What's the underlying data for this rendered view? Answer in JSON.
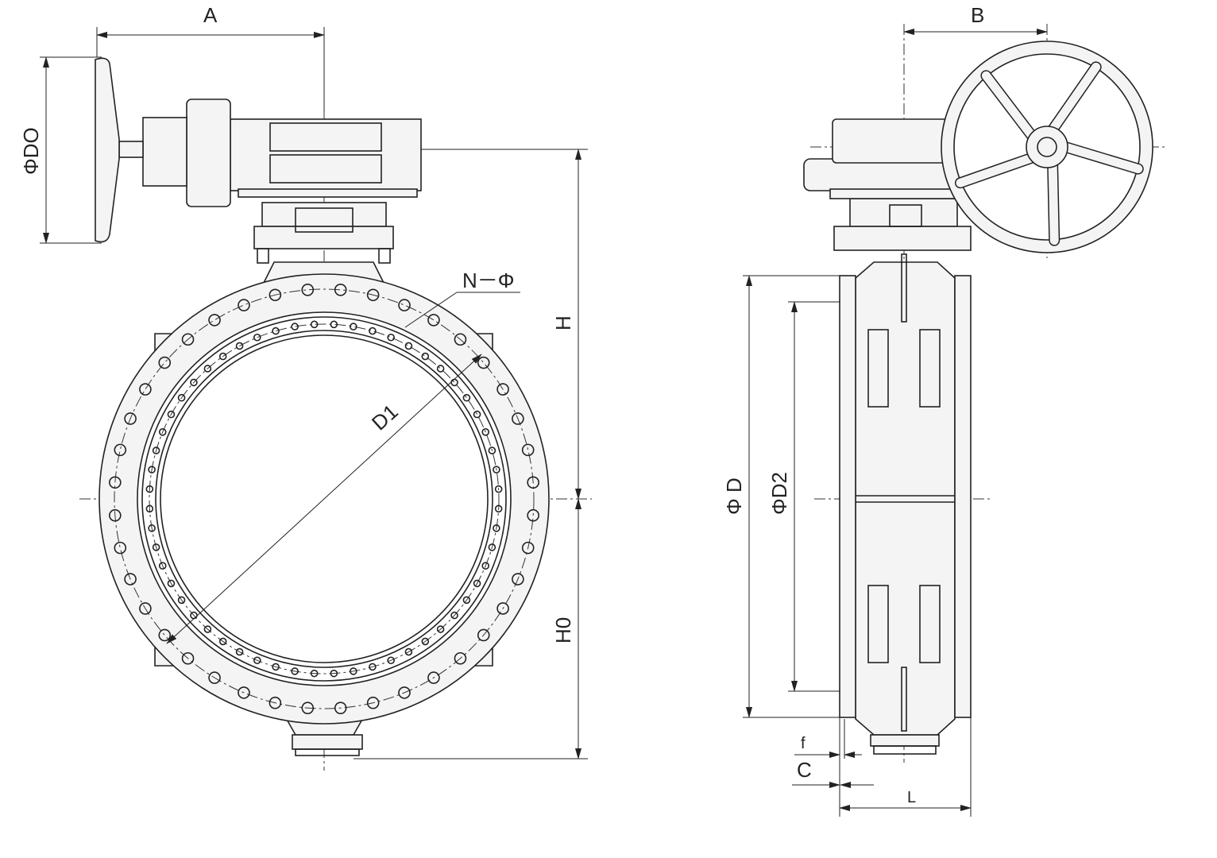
{
  "labels": {
    "A": "A",
    "DO": "ΦDO",
    "N_phi": "N－Φ",
    "H": "H",
    "D1": "D1",
    "H0": "H0",
    "B": "B",
    "D": "Φ D",
    "D2": "ΦD2",
    "f": "f",
    "C": "C",
    "L": "L"
  }
}
